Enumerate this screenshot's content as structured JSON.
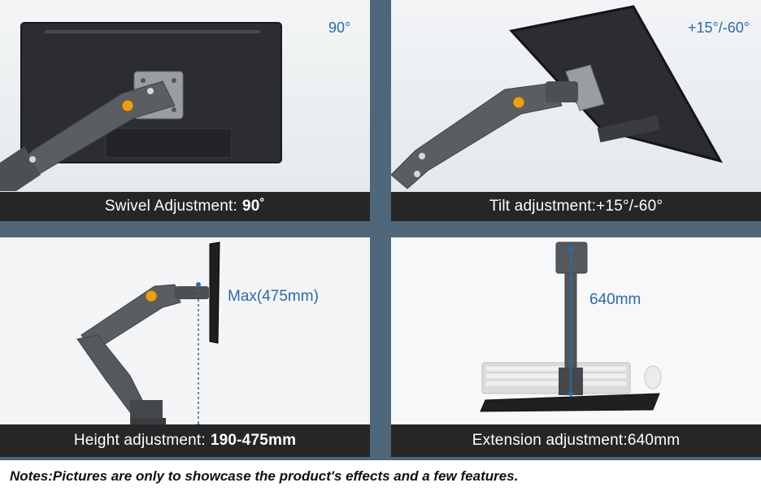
{
  "panels": {
    "swivel": {
      "corner": "90°",
      "caption_label": "Swivel Adjustment",
      "caption_sep": ":",
      "caption_value": "90˚"
    },
    "tilt": {
      "corner": "+15°/-60°",
      "caption": "Tilt adjustment:+15°/-60°"
    },
    "height": {
      "marker": "Max(475mm)",
      "caption_label": "Height adjustment",
      "caption_sep": ":",
      "caption_value": "190-475mm"
    },
    "extension": {
      "marker": "640mm",
      "caption": "Extension adjustment:640mm"
    }
  },
  "notes": "Notes:Pictures are only to showcase the product's effects and a few features.",
  "colors": {
    "divider": "#4f6778",
    "caption_bar": "#262626",
    "label_blue": "#2d6aa6",
    "arm": "#5a5e63",
    "knob": "#e8a019"
  }
}
